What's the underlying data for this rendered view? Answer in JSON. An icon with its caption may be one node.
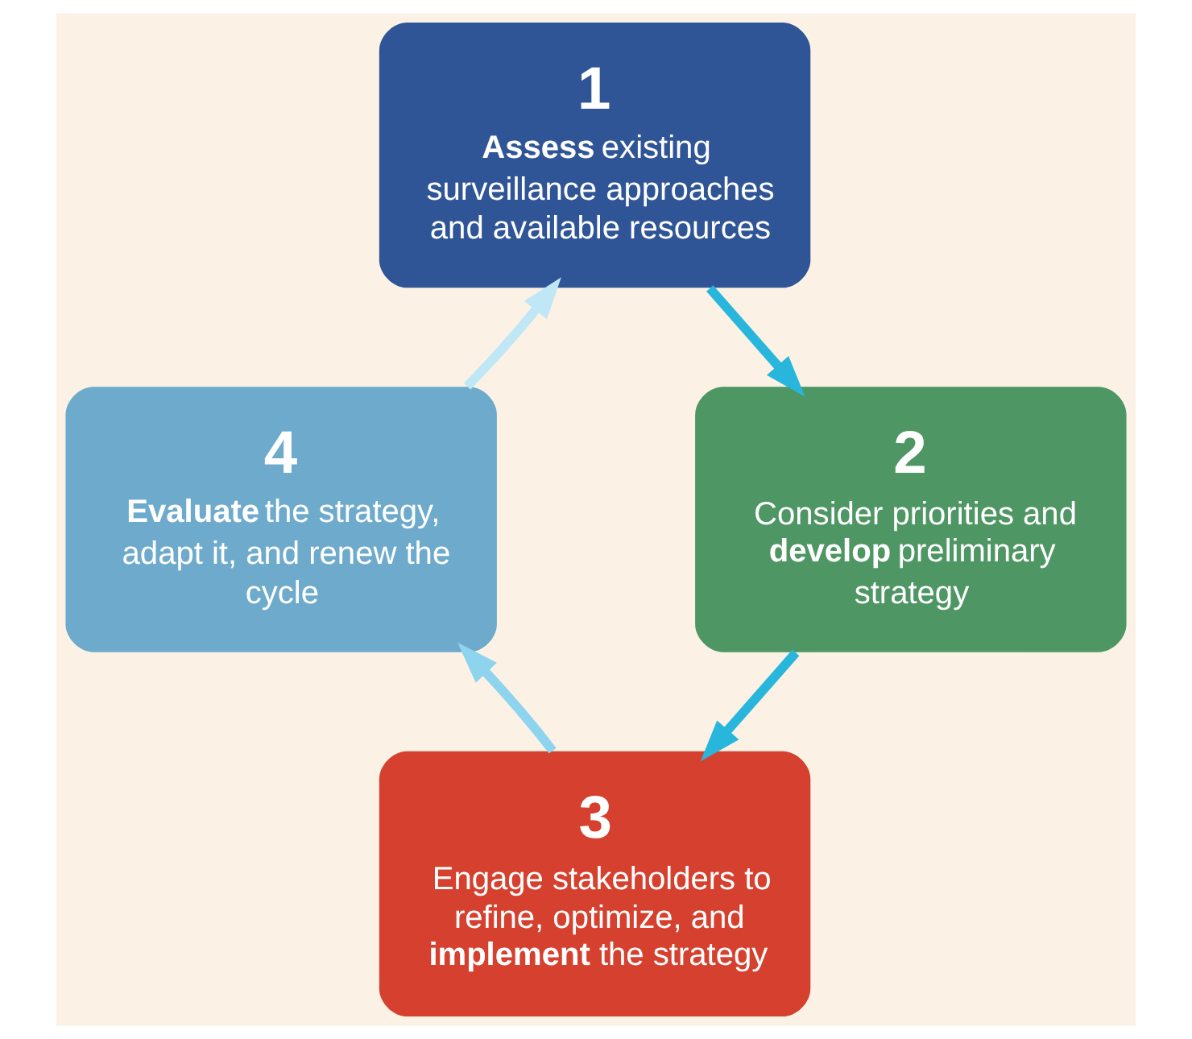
{
  "diagram": {
    "nodes": [
      {
        "text": [
          "1",
          "**Assess** existing surveillance approaches and available resources"
        ]
      },
      {
        "text": [
          "2",
          "Consider priorities and **develop** preliminary strategy"
        ]
      },
      {
        "text": [
          "3",
          "Engage stakeholders to refine, optimize, and **implement** the strategy"
        ]
      },
      {
        "text": [
          "4",
          "**Evaluate** the strategy, adapt it, and renew the cycle"
        ]
      }
    ],
    "edges": [
      {
        "from": 0,
        "to": 1,
        "arrow": "to",
        "color": "#29b6dc"
      },
      {
        "from": 1,
        "to": 2,
        "arrow": "to",
        "color": "#29b6dc"
      },
      {
        "from": 2,
        "to": 3,
        "arrow": "to",
        "color": "#8fd4ee"
      },
      {
        "from": 3,
        "to": 0,
        "arrow": "to",
        "color": "#bfe7f6"
      }
    ]
  }
}
